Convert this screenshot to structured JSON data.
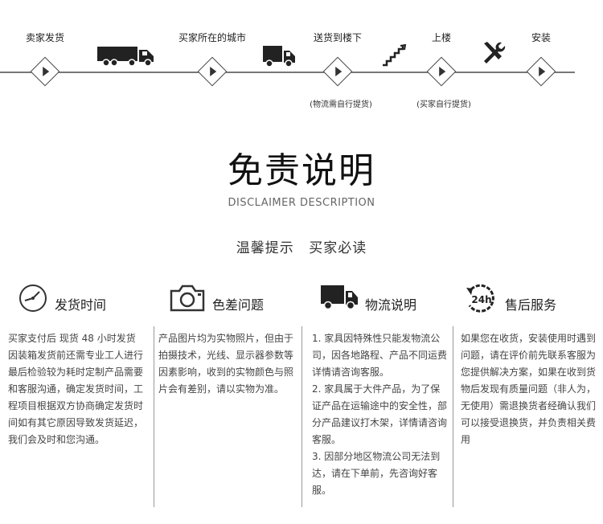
{
  "timeline": {
    "steps": [
      {
        "label": "卖家发货",
        "icon": "play-icon"
      },
      {
        "label": "买家所在的城市",
        "icon": "truck-icon"
      },
      {
        "label": "送货到楼下",
        "icon": "small-truck-icon"
      },
      {
        "label": "上楼",
        "icon": "stairs-icon"
      },
      {
        "label": "安装",
        "icon": "tools-icon"
      }
    ],
    "notes": [
      "(物流需自行提货)",
      "(买家自行提货)"
    ]
  },
  "heading": {
    "title": "免责说明",
    "subtitle": "DISCLAIMER DESCRIPTION",
    "notice": "温馨提示 买家必读"
  },
  "columns": [
    {
      "title": "发货时间",
      "icon": "clock-icon",
      "text": "买家支付后 现货 48 小时发货 因装箱发货前还需专业工人进行最后检验较为耗时定制产品需要和客服沟通，确定发货时间，工程项目根据双方协商确定发货时间如有其它原因导致发货延迟，我们会及时和您沟通。"
    },
    {
      "title": "色差问题",
      "icon": "camera-icon",
      "text": "产品图片均为实物照片，但由于拍摄技术，光线、显示器参数等因素影响，收到的实物颜色与照片会有差别，请以实物为准。"
    },
    {
      "title": "物流说明",
      "icon": "truck-icon",
      "items": [
        "1. 家具因特殊性只能发物流公司，因各地路程、产品不同运费详情请咨询客服。",
        "2. 家具属于大件产品，为了保证产品在运输途中的安全性，部分产品建议打木架，详情请咨询客服。",
        "3. 因部分地区物流公司无法到达，请在下单前，先咨询好客服。"
      ]
    },
    {
      "title": "售后服务",
      "icon": "24h-service-icon",
      "icon_text": "24h",
      "text": "如果您在收货，安装使用时遇到问题，请在评价前先联系客服为您提供解决方案，如果在收到货物后发现有质量问题（非人为，无使用）需退换货者经确认我们可以接受退换货，并负责相关费用"
    }
  ]
}
